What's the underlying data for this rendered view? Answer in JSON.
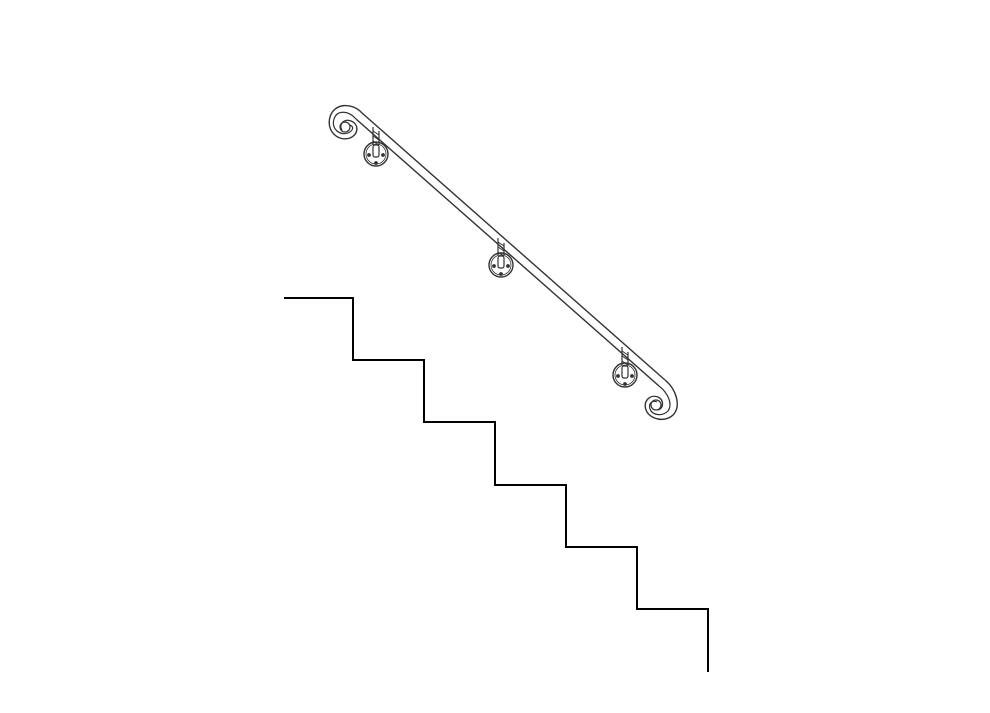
{
  "drawing": {
    "subject": "handrail-over-staircase",
    "handrail": {
      "scroll_ends": 2,
      "wall_brackets": 3,
      "rail_color": "#333333",
      "bracket_color": "#333333"
    },
    "staircase": {
      "steps": 6,
      "line_color": "#000000"
    },
    "background_color": "#ffffff"
  }
}
